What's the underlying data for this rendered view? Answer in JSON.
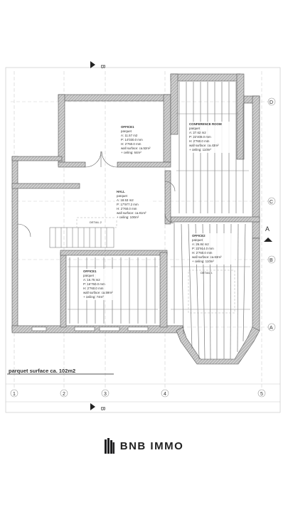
{
  "plan": {
    "section_marker": "B",
    "grid_cols": [
      "1",
      "2",
      "3",
      "4",
      "5"
    ],
    "grid_rows": [
      "D",
      "C",
      "B",
      "A"
    ],
    "section_a": "A",
    "detail_labels": [
      "DETAIL 2",
      "DETAIL 1"
    ],
    "parquet_surface": "parquet surface ca. 102m2",
    "rooms": {
      "office1_top": [
        "OFFICE1",
        "parquet",
        "A: 11.57 m2",
        "P: 14'030.0 mm",
        "H: 2'760.0 mm",
        "wall surface: ca.52m²",
        "+ ceiling: 64m²"
      ],
      "conference": [
        "CONFERENCE ROOM",
        "parquet",
        "A: 27.62 m2",
        "P: 22'408.0 mm",
        "H: 2'760.0 mm",
        "wall surface: ca.43m²",
        "+ ceiling: 110m²"
      ],
      "hall": [
        "HALL",
        "parquet",
        "A: 18.53 m2",
        "P: 17'977.2 mm",
        "H: 2'760.0 mm",
        "wall surface: ca.81m²",
        "+ ceiling: 100m²"
      ],
      "office2": [
        "OFFICE2",
        "parquet",
        "A: 26.84 m2",
        "P: 22'914.0 mm",
        "H: 2'760.0 mm",
        "wall surface: ca.63m²",
        "+ ceiling: 110m²"
      ],
      "office1_bottom": [
        "OFFICE1",
        "parquet",
        "A: 16.75 m2",
        "P: 16'750.0 mm",
        "H: 2'760.0 mm",
        "wall surface: ca.59m²",
        "+ ceiling: 74m²"
      ]
    }
  },
  "brand": {
    "name": "BNB IMMO",
    "logo_icon": "building-stripes-icon"
  }
}
